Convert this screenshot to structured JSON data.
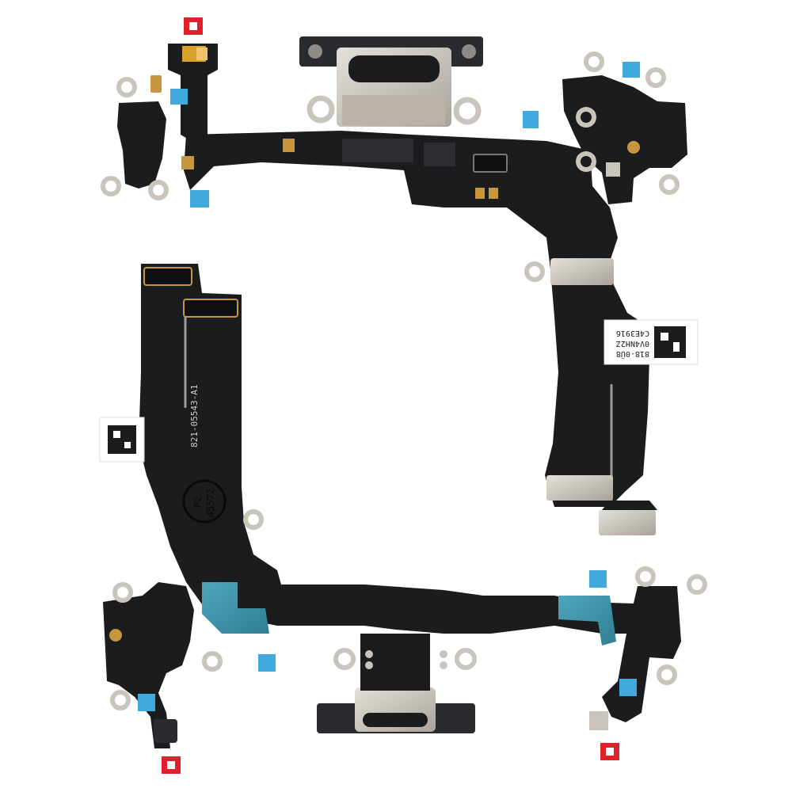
{
  "product": {
    "part_number": "821-05543-A1",
    "stamp_line1": "P2",
    "stamp_line2": "45572"
  },
  "sticker_right": {
    "line1": "818-0Ü8",
    "line2": "0V4NH2Z",
    "line3": "C4E3916"
  },
  "colors": {
    "flex": "#1b1c1e",
    "flex_trace": "#2a2b2e",
    "metal": "#c9c4bc",
    "gold": "#c8963f",
    "blue_tape": "#41a9dc",
    "red_tape": "#e0202a",
    "teal_shield": "#3a8fa8"
  }
}
